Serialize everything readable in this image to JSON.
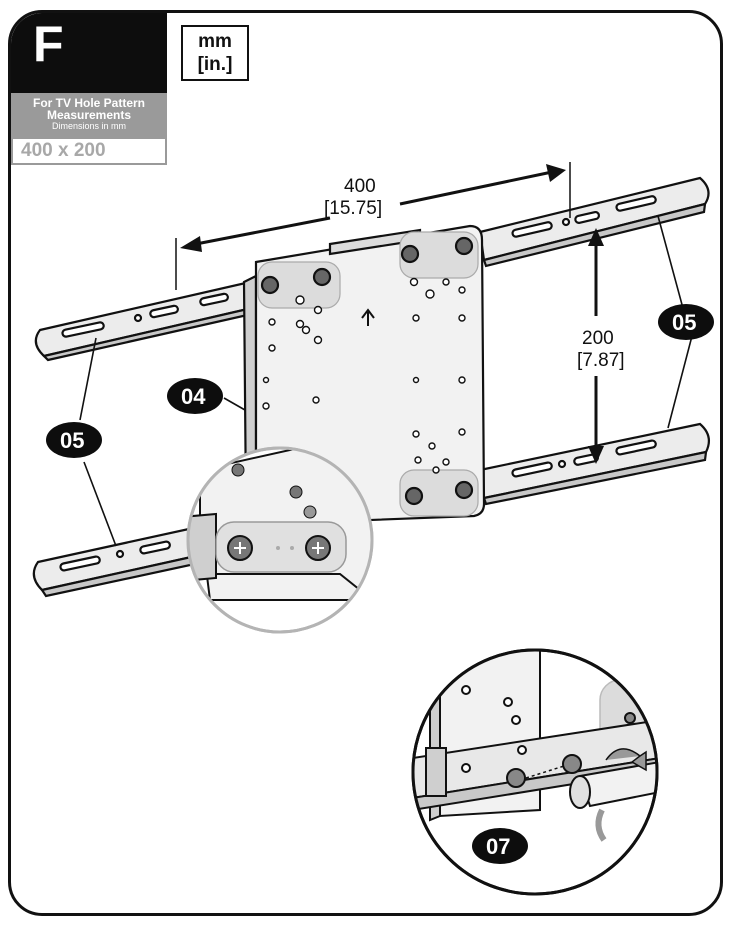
{
  "header": {
    "step_letter": "F",
    "pattern_title_line1": "For TV Hole Pattern",
    "pattern_title_line2": "Measurements",
    "pattern_subtitle": "Dimensions in mm",
    "pattern_size": "400 x 200"
  },
  "units": {
    "line1": "mm",
    "line2": "[in.]"
  },
  "dimensions": {
    "width_mm": "400",
    "width_in": "[15.75]",
    "height_mm": "200",
    "height_in": "[7.87]"
  },
  "callouts": {
    "bracket_plate": "04",
    "rail_right": "05",
    "rail_left": "05",
    "screw": "07"
  },
  "colors": {
    "line": "#111111",
    "metal_light": "#ececec",
    "metal_mid": "#d2d2d2",
    "badge": "#0d0d0d",
    "pattern_gray": "#9a9a9a"
  }
}
